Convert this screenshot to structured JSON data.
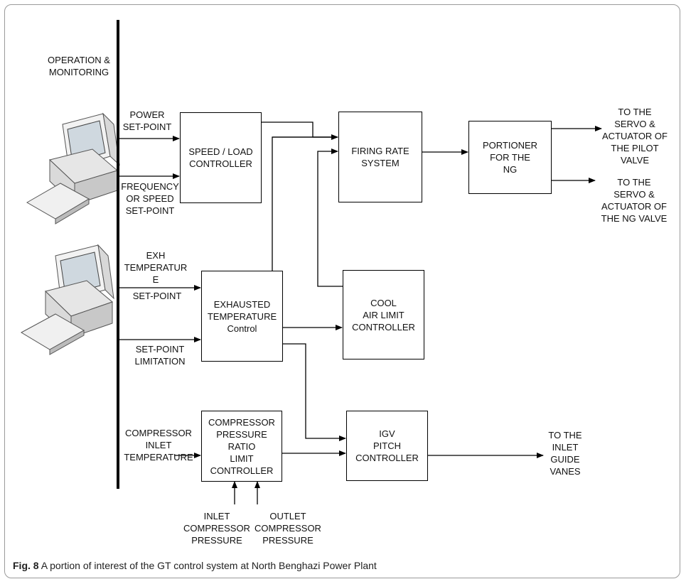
{
  "diagram": {
    "operation_label": "OPERATION &\nMONITORING",
    "inputs": {
      "power_setpoint": "POWER\nSET-POINT",
      "frequency_setpoint": "FREQUENCY\nOR SPEED\nSET-POINT",
      "exh_temp_setpoint_top": "EXH\nTEMPERATUR\nE",
      "exh_temp_setpoint_bottom": "SET-POINT",
      "setpoint_limitation": "SET-POINT\nLIMITATION",
      "compressor_inlet_temp": "COMPRESSOR\nINLET\nTEMPERATURE",
      "inlet_compressor_pressure": "INLET\nCOMPRESSOR\nPRESSURE",
      "outlet_compressor_pressure": "OUTLET\nCOMPRESSOR\nPRESSURE"
    },
    "blocks": {
      "speed_load_controller": "SPEED / LOAD\nCONTROLLER",
      "firing_rate_system": "FIRING RATE\nSYSTEM",
      "portioner": "PORTIONER\nFOR THE\nNG",
      "exhausted_temp_control": "EXHAUSTED\nTEMPERATURE\nControl",
      "cool_air_limit_controller": "COOL\nAIR LIMIT\nCONTROLLER",
      "compressor_pressure_ratio": "COMPRESSOR\nPRESSURE\nRATIO\nLIMIT\nCONTROLLER",
      "igv_pitch_controller": "IGV\nPITCH\nCONTROLLER"
    },
    "outputs": {
      "pilot_valve": "TO THE\nSERVO &\nACTUATOR OF\nTHE PILOT\nVALVE",
      "ng_valve": "TO THE\nSERVO &\nACTUATOR OF\nTHE NG VALVE",
      "inlet_guide_vanes": "TO THE\nINLET\nGUIDE\nVANES"
    }
  },
  "caption": {
    "figure_label": "Fig. 8",
    "text": "A portion of interest of the GT control system at North Benghazi Power Plant"
  }
}
